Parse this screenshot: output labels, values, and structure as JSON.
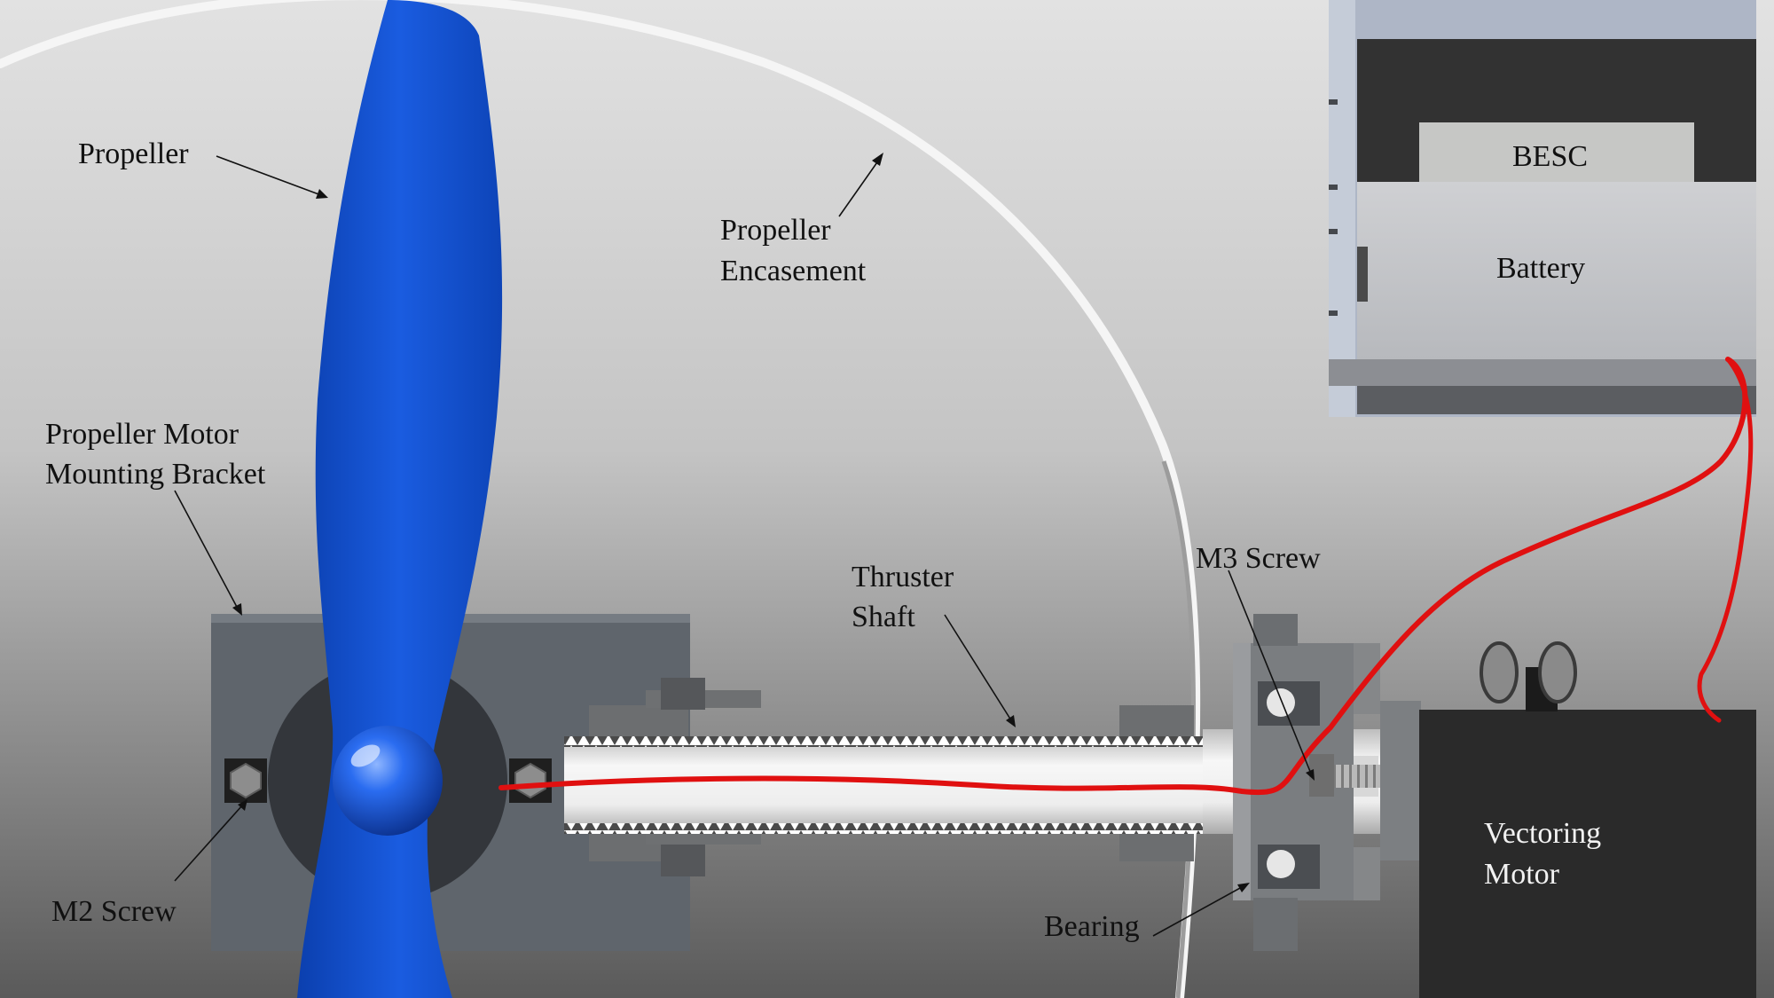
{
  "labels": {
    "propeller": "Propeller",
    "encasement_line1": "Propeller",
    "encasement_line2": "Encasement",
    "bracket_line1": "Propeller Motor",
    "bracket_line2": "Mounting Bracket",
    "m2_screw": "M2 Screw",
    "shaft_line1": "Thruster",
    "shaft_line2": "Shaft",
    "m3_screw": "M3 Screw",
    "bearing": "Bearing",
    "besc": "BESC",
    "battery": "Battery",
    "vmotor_line1": "Vectoring",
    "vmotor_line2": "Motor"
  },
  "colors": {
    "propeller": "#1453d0",
    "wire": "#e01010",
    "bracket": "#5e646c",
    "shaft": "#e8e8e8",
    "motor": "#2b2b2b",
    "battery": "#c9cac8"
  }
}
